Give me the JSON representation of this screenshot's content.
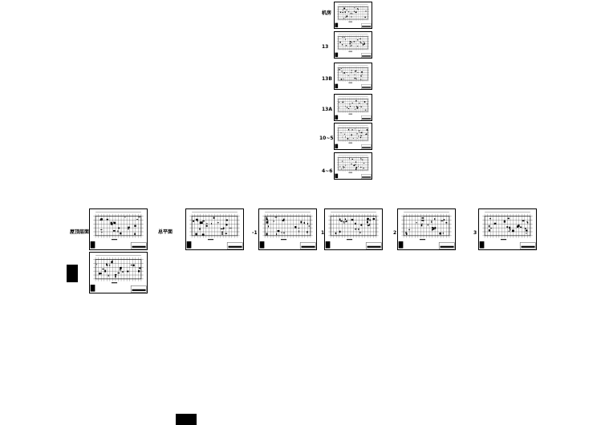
{
  "colors": {
    "ink": "#000000",
    "paper": "#ffffff"
  },
  "right_column": {
    "labels": [
      "机房",
      "13",
      "13B",
      "13A",
      "10~5",
      "4~6"
    ]
  },
  "bottom_row": {
    "labels": [
      "屋顶层面",
      "总平面",
      "-1",
      "1",
      "2",
      "3"
    ]
  }
}
